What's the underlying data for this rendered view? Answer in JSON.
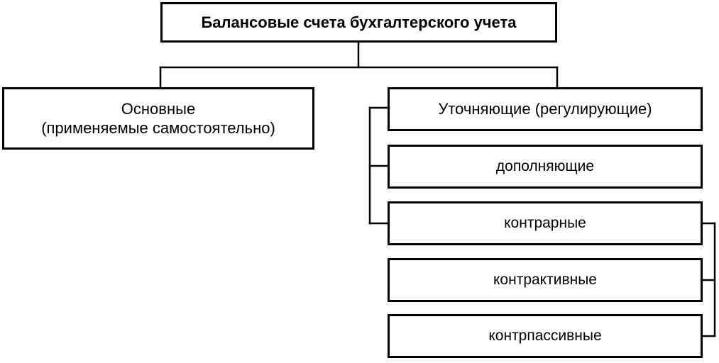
{
  "diagram": {
    "root": {
      "label": "Балансовые счета бухгалтерского учета"
    },
    "main_accounts": {
      "line1": "Основные",
      "line2": "(применяемые самостоятельно)"
    },
    "clarifying_accounts": {
      "label": "Уточняющие (регулирующие)"
    },
    "clarifying_types": [
      {
        "label": "дополняющие"
      },
      {
        "label": "контрарные"
      }
    ],
    "contra_types": [
      {
        "label": "контрактивные"
      },
      {
        "label": "контрпассивные"
      }
    ]
  }
}
